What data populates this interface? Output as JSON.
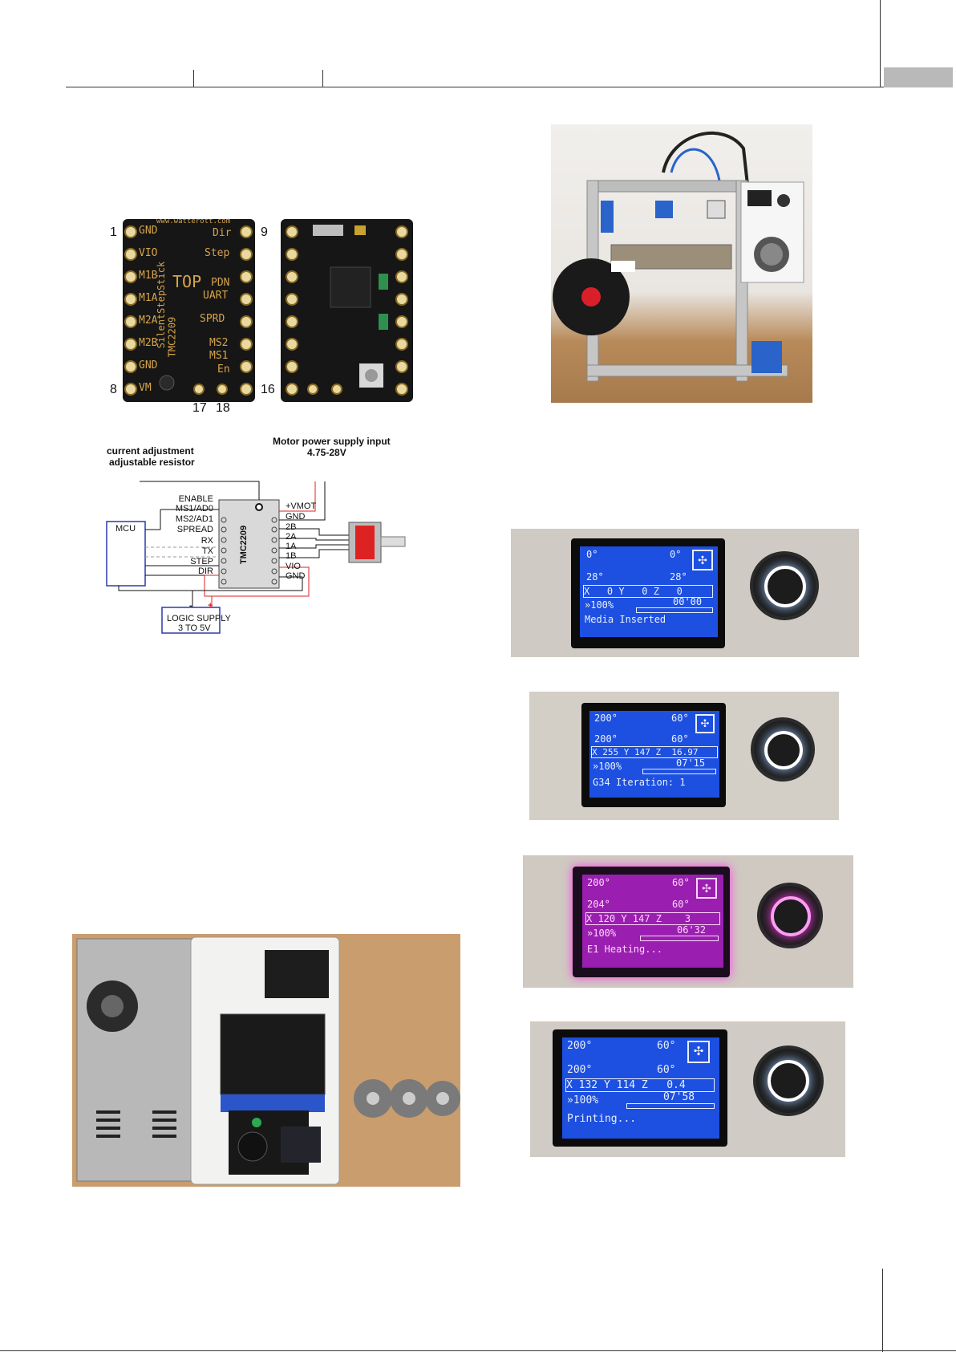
{
  "driver_board": {
    "front_pins_left": [
      "GND",
      "VIO",
      "M1B",
      "M1A",
      "M2A",
      "M2B",
      "GND",
      "VM"
    ],
    "front_pins_right": [
      "Dir",
      "Step",
      "PDN",
      "UART",
      "SPRD",
      "MS2",
      "MS1",
      "En"
    ],
    "brand_url": "www.watterott.com",
    "brand_top": "TOP",
    "brand_side": "SilentStepStick",
    "chip_side": "TMC2209",
    "pin_numbers": {
      "p1": "1",
      "p8": "8",
      "p9": "9",
      "p16": "16",
      "p17": "17",
      "p18": "18"
    }
  },
  "schematic": {
    "resistor_label": "current adjustment adjustable resistor",
    "resistor_line1": "current adjustment",
    "resistor_line2": "adjustable resistor",
    "motor_supply_line1": "Motor power supply input",
    "motor_supply_line2": "4.75-28V",
    "mcu": "MCU",
    "chip": "TMC2209",
    "left_pins": [
      "ENABLE",
      "MS1/AD0",
      "MS2/AD1",
      "SPREAD",
      "RX",
      "TX",
      "STEP",
      "DIR"
    ],
    "right_pins": [
      "+VMOT",
      "GND",
      "2B",
      "2A",
      "1A",
      "1B",
      "VIO",
      "GND"
    ],
    "logic_line1": "LOGIC SUPPLY",
    "logic_line2": "3 TO  5V",
    "minus": "-",
    "plus": "+"
  },
  "lcd_screens": [
    {
      "temp1": "0°",
      "temp2": "0°",
      "target1": "28°",
      "target2": "28°",
      "pos": "X   0 Y   0 Z   0",
      "pct": "»100%",
      "time": "00'00",
      "status": "Media Inserted",
      "theme": "#1d4fe0",
      "glow": "#ffffff"
    },
    {
      "temp1": "200°",
      "temp2": "60°",
      "target1": "200°",
      "target2": "60°",
      "pos": "X 255 Y 147 Z  16.97",
      "pct": "»100%",
      "time": "07'15",
      "status": "G34 Iteration: 1",
      "theme": "#1d4fe0",
      "glow": "#ffffff"
    },
    {
      "temp1": "200°",
      "temp2": "60°",
      "target1": "204°",
      "target2": "60°",
      "pos": "X 120 Y 147 Z    3",
      "pct": "»100%",
      "time": "06'32",
      "status": "E1 Heating...",
      "theme": "#9a1fb0",
      "glow": "#ff7bf0"
    },
    {
      "temp1": "200°",
      "temp2": "60°",
      "target1": "200°",
      "target2": "60°",
      "pos": "X 132 Y 114 Z   0.4",
      "pct": "»100%",
      "time": "07'58",
      "status": "Printing...",
      "theme": "#1d4fe0",
      "glow": "#ffffff"
    }
  ],
  "colors": {
    "pcb": "#1a1a1a",
    "gold": "#c9a12e",
    "frame": "#c0c0c0",
    "blue_print": "#2a63c9",
    "wood": "#b88a5a"
  }
}
